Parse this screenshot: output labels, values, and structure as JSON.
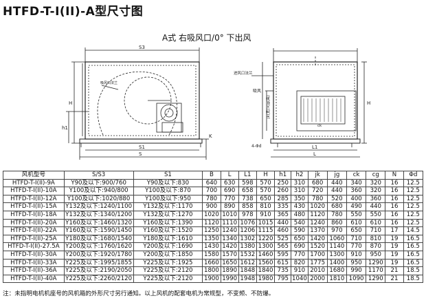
{
  "title": "HTFD-T-I(II)-A型尺寸图",
  "subtitle": "A式 右吸风口/0°  下出风",
  "drawing": {
    "labels": {
      "s3": "S3",
      "s1": "S1",
      "s": "S",
      "h1": "h1",
      "h": "H",
      "k": "K",
      "suction_flange_left": "吸风口法兰",
      "outlet_flange": "进风口法兰",
      "suction": "吸风",
      "jk_label": "jk(宽)×jg(高)",
      "ck": "ck",
      "l1": "L1",
      "l": "L",
      "n_phid": "4-Φd"
    }
  },
  "table": {
    "headers": [
      "风机型号",
      "S/S3",
      "S1",
      "B",
      "L",
      "L1",
      "H",
      "h1",
      "h2",
      "jk",
      "jg",
      "ck",
      "cg",
      "N",
      "Φd"
    ],
    "rows": [
      [
        "HTFD-T-I(II)-9A",
        "Y90及以下:900/760",
        "Y90及以下:830",
        "640",
        "630",
        "598",
        "570",
        "250",
        "310",
        "680",
        "440",
        "340",
        "320",
        "16",
        "12.5"
      ],
      [
        "HTFD-T-I(II)-10A",
        "Y100及以下:940/800",
        "Y100及以下:870",
        "700",
        "690",
        "658",
        "570",
        "260",
        "310",
        "720",
        "440",
        "360",
        "320",
        "16",
        "12.5"
      ],
      [
        "HTFD-T-I(II)-12A",
        "Y100及以下:1020/880",
        "Y100及以下:950",
        "780",
        "770",
        "738",
        "650",
        "285",
        "350",
        "780",
        "520",
        "400",
        "360",
        "16",
        "12.5"
      ],
      [
        "HTFD-T-I(II)-15A",
        "Y132及以下:1240/1100",
        "Y132及以下:1170",
        "900",
        "890",
        "858",
        "810",
        "335",
        "430",
        "1020",
        "680",
        "490",
        "440",
        "16",
        "12.5"
      ],
      [
        "HTFD-T-I(II)-18A",
        "Y132及以下:1340/1200",
        "Y132及以下:1270",
        "1020",
        "1010",
        "978",
        "910",
        "365",
        "480",
        "1120",
        "780",
        "550",
        "550",
        "16",
        "12.5"
      ],
      [
        "HTFD-T-I(II)-20A",
        "Y160及以下:1460/1320",
        "Y160及以下:1390",
        "1120",
        "1110",
        "1076",
        "1015",
        "440",
        "540",
        "1240",
        "860",
        "610",
        "610",
        "16",
        "12.5"
      ],
      [
        "HTFD-T-I(II)-22A",
        "Y160及以下:1590/1450",
        "Y160及以下:1520",
        "1250",
        "1240",
        "1206",
        "1115",
        "460",
        "590",
        "1370",
        "970",
        "650",
        "710",
        "17",
        "14.5"
      ],
      [
        "HTFD-T-I(II)-25A",
        "Y180及以下:1680/1540",
        "Y180及以下:1610",
        "1350",
        "1340",
        "1302",
        "1220",
        "525",
        "650",
        "1420",
        "1060",
        "710",
        "810",
        "19",
        "16.5"
      ],
      [
        "HTFD-T-I(II)-27.5A",
        "Y200及以下:1760/1620",
        "Y200及以下:1690",
        "1430",
        "1420",
        "1380",
        "1300",
        "565",
        "690",
        "1520",
        "1140",
        "770",
        "870",
        "19",
        "16.5"
      ],
      [
        "HTFD-T-I(II)-30A",
        "Y200及以下:1920/1780",
        "Y200及以下:1850",
        "1580",
        "1570",
        "1532",
        "1460",
        "595",
        "770",
        "1700",
        "1300",
        "910",
        "950",
        "19",
        "16.5"
      ],
      [
        "HTFD-T-I(II)-33A",
        "Y225及以下:1995/1855",
        "Y225及以下:1925",
        "1660",
        "1650",
        "1612",
        "1560",
        "615",
        "820",
        "1775",
        "1400",
        "950",
        "1290",
        "19",
        "16.5"
      ],
      [
        "HTFD-T-I(II)-36A",
        "Y225及以下:2190/2050",
        "Y225及以下:2120",
        "1800",
        "1890",
        "1848",
        "1840",
        "735",
        "910",
        "2010",
        "1680",
        "990",
        "1170",
        "21",
        "18.5"
      ],
      [
        "HTFD-T-I(II)-40A",
        "Y225及以下:2260/2120",
        "Y225及以下:2120",
        "1900",
        "1990",
        "1948",
        "1980",
        "795",
        "1040",
        "2000",
        "1810",
        "1090",
        "1290",
        "21",
        "18.5"
      ]
    ]
  },
  "note": "注：未指明电机机座号的风机箱的外形尺寸另行通知。以上风机的配套电机为常规型，不变频、不防爆。"
}
